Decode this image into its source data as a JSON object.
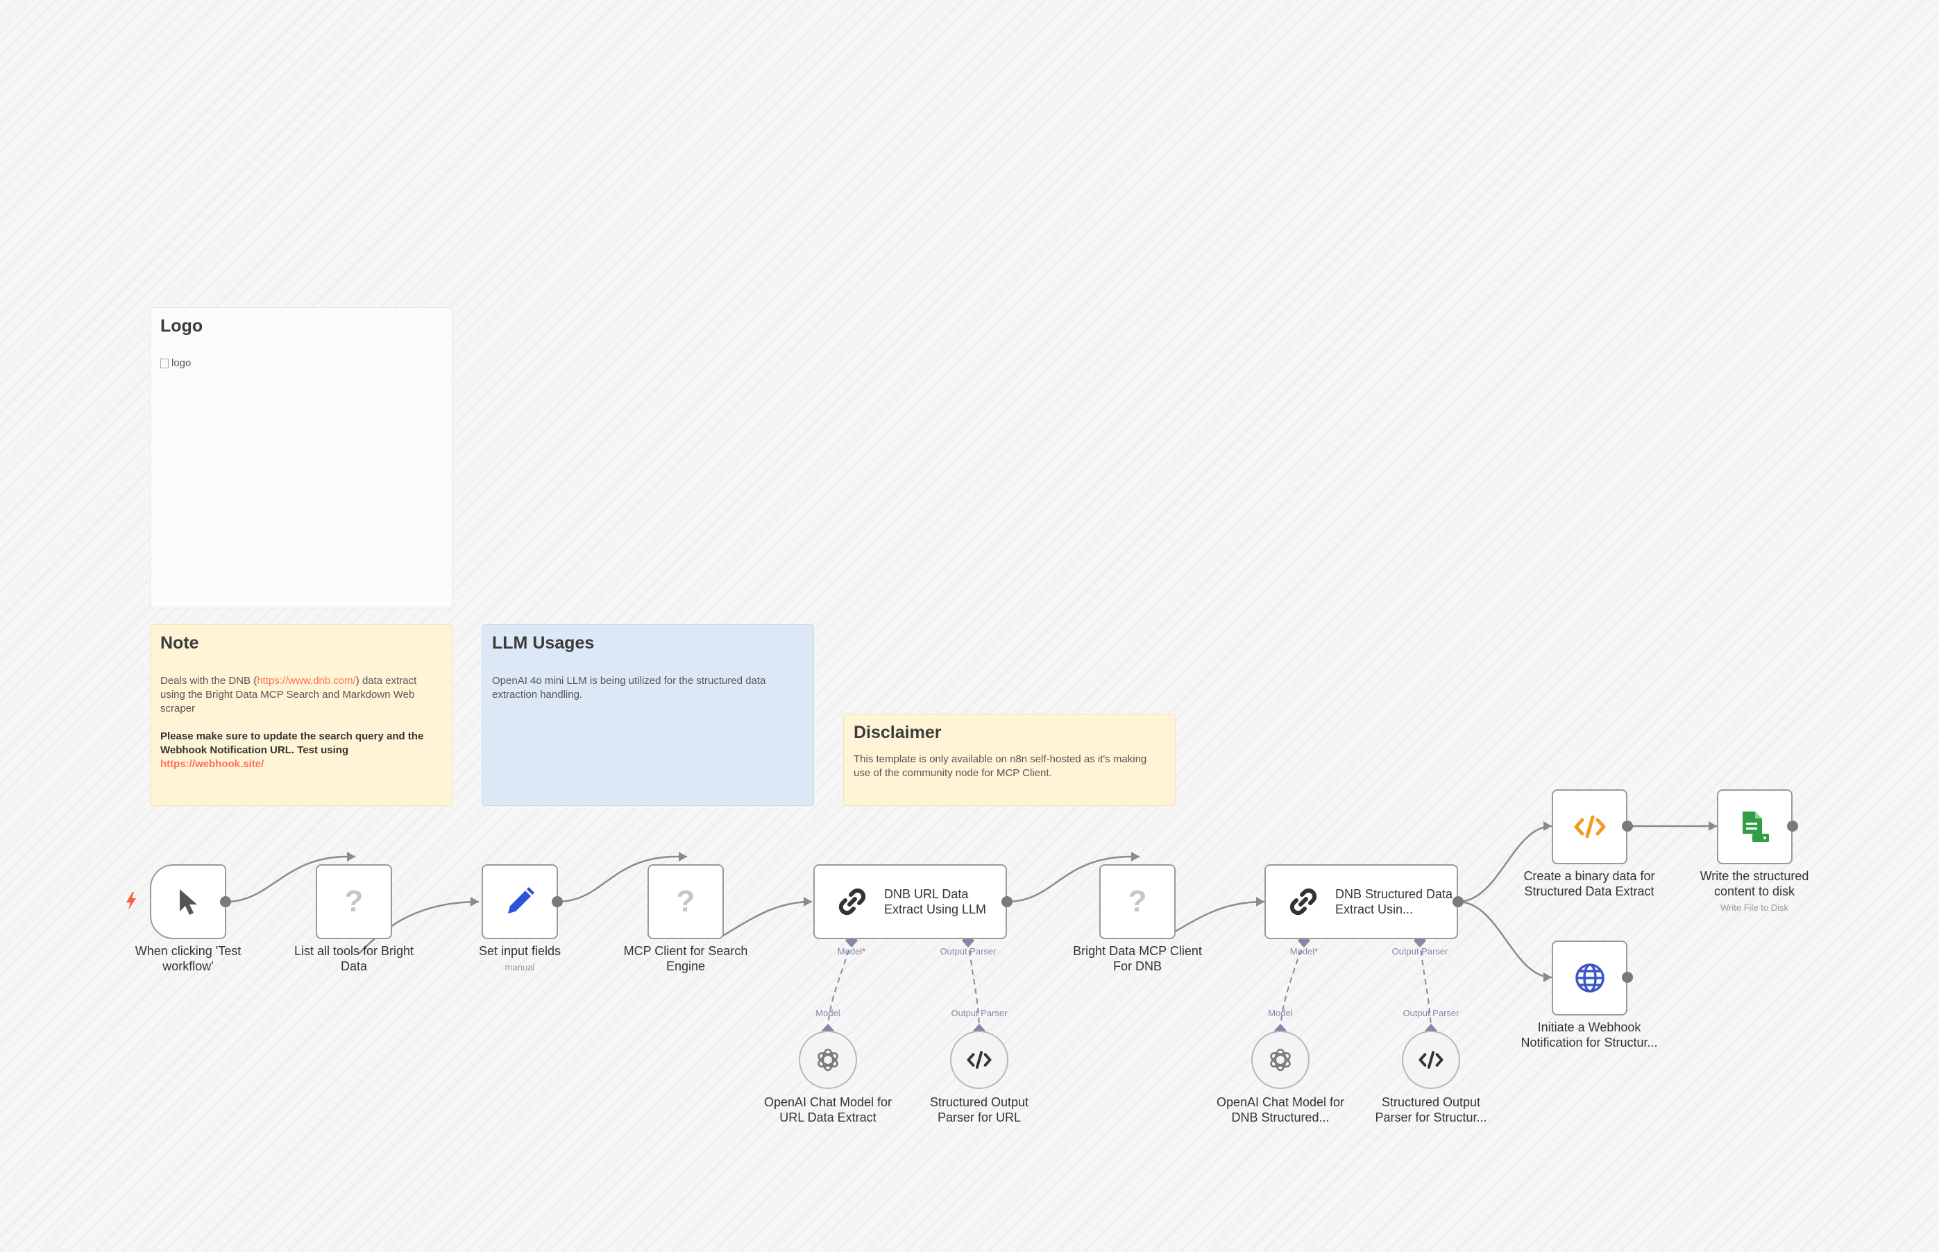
{
  "sticky_notes": {
    "logo": {
      "title": "Logo",
      "image_alt": "logo"
    },
    "note": {
      "title": "Note",
      "line1_pre": "Deals with the DNB (",
      "line1_link": "https://www.dnb.com/",
      "line1_post": ") data extract using the Bright Data MCP Search and Markdown Web scraper",
      "bold_text": "Please make sure to update the search query and the Webhook Notification URL. Test using",
      "bold_link": "https://webhook.site/"
    },
    "llm": {
      "title": "LLM Usages",
      "text": "OpenAI 4o mini LLM is being utilized for the structured data extraction handling."
    },
    "disclaimer": {
      "title": "Disclaimer",
      "text": "This template is only available on n8n self-hosted as it's making use of the community node for MCP Client."
    }
  },
  "nodes": {
    "trigger": {
      "label": "When clicking 'Test workflow'",
      "icon": "pointer-icon"
    },
    "list_tools": {
      "label": "List all tools for Bright Data",
      "icon": "question-icon"
    },
    "set_fields": {
      "label": "Set input fields",
      "sublabel": "manual",
      "icon": "pencil-icon"
    },
    "mcp_search": {
      "label": "MCP Client for Search Engine",
      "icon": "question-icon"
    },
    "dnb_url": {
      "title": "DNB URL Data Extract Using LLM",
      "icon": "link-icon"
    },
    "bright_mcp": {
      "label": "Bright Data MCP Client For DNB",
      "icon": "question-icon"
    },
    "dnb_structured": {
      "title": "DNB Structured Data Extract Usin...",
      "icon": "link-icon"
    },
    "binary": {
      "label": "Create a binary data for Structured Data Extract",
      "icon": "code-icon"
    },
    "write_disk": {
      "label": "Write the structured content to disk",
      "sublabel": "Write File to Disk",
      "icon": "file-icon"
    },
    "webhook": {
      "label": "Initiate a Webhook Notification for Structur...",
      "icon": "globe-icon"
    },
    "openai_url": {
      "label": "OpenAI Chat Model for URL Data Extract",
      "icon": "openai-icon"
    },
    "parser_url": {
      "label": "Structured Output Parser for URL",
      "icon": "code-icon"
    },
    "openai_dnb": {
      "label": "OpenAI Chat Model for DNB Structured...",
      "icon": "openai-icon"
    },
    "parser_dnb": {
      "label": "Structured Output Parser for Structur...",
      "icon": "code-icon"
    }
  },
  "ports": {
    "model": "Model",
    "model_required": "*",
    "output_parser": "Output Parser"
  },
  "colors": {
    "accent": "#ff6d5a",
    "edge": "#8a8a8a",
    "ai_edge": "#8587a9",
    "pencil": "#2a54d8",
    "code": "#f29c1f",
    "file": "#2f9e44",
    "globe": "#3b55c8"
  }
}
